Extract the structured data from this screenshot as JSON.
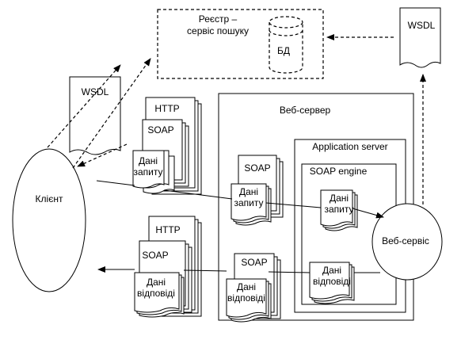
{
  "registry": {
    "line1": "Реєстр –",
    "line2": "сервіс пошуку",
    "db": "БД"
  },
  "wsdl_top": "WSDL",
  "wsdl_left": "WSDL",
  "client": "Клієнт",
  "web_server": "Веб-сервер",
  "app_server": "Application server",
  "soap_engine": "SOAP engine",
  "web_service": "Веб-сервіс",
  "request_stack": {
    "http": "HTTP",
    "soap": "SOAP",
    "data1": "Дані",
    "data2": "запиту"
  },
  "response_stack": {
    "http": "HTTP",
    "soap": "SOAP",
    "data1": "Дані",
    "data2": "відповіді"
  },
  "mid_request": {
    "soap": "SOAP",
    "data1": "Дані",
    "data2": "запиту"
  },
  "mid_response": {
    "soap": "SOAP",
    "data1": "Дані",
    "data2": "відповіді"
  },
  "engine_request": {
    "data1": "Дані",
    "data2": "запиту"
  },
  "engine_response": {
    "data1": "Дані",
    "data2": "відповіді"
  }
}
